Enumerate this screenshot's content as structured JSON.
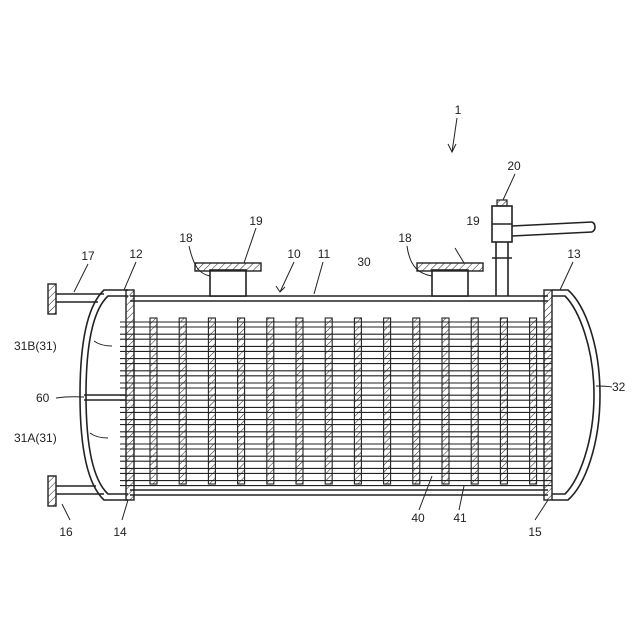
{
  "colors": {
    "stroke": "#222222",
    "background": "#ffffff"
  },
  "labels": {
    "device": "1",
    "pipe_20": "20",
    "nozzle_19_left": "19",
    "nozzle_19_right": "19",
    "nozzle_18_left": "18",
    "nozzle_18_right": "18",
    "shell_10": "10",
    "shell_11": "11",
    "space_30": "30",
    "pipe_17": "17",
    "flange_12": "12",
    "flange_13": "13",
    "chamber_31b": "31B(31)",
    "partition_60": "60",
    "chamber_31a": "31A(31)",
    "chamber_32": "32",
    "pipe_16": "16",
    "tubesheet_14": "14",
    "tubesheet_15": "15",
    "tube_40": "40",
    "baffle_41": "41"
  }
}
